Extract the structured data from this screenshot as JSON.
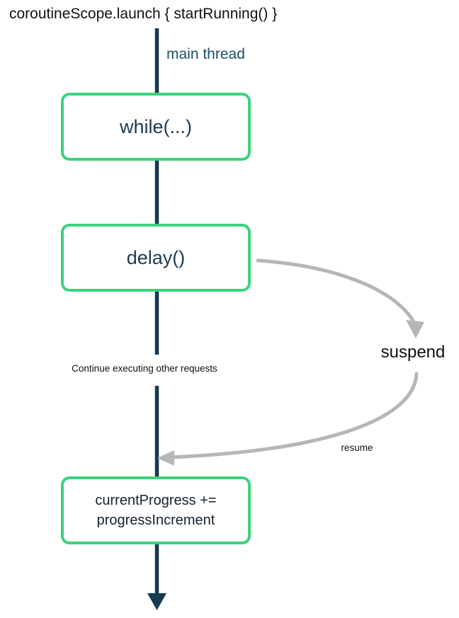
{
  "diagram": {
    "title": "coroutineScope.launch { startRunning() }",
    "thread_label": "main thread",
    "continue_label": "Continue executing other requests",
    "suspend_label": "suspend",
    "resume_label": "resume",
    "nodes": [
      {
        "id": "while",
        "label": "while(...)"
      },
      {
        "id": "delay",
        "label": "delay()"
      },
      {
        "id": "progress",
        "label": "currentProgress +=\nprogressIncrement"
      }
    ],
    "colors": {
      "node_border": "#3bd37d",
      "node_fill": "#ffffff",
      "lifeline": "#163a50",
      "curve_arrow": "#b6b6b6",
      "title_text": "#111111",
      "thread_text": "#1d4e68",
      "node_text": "#1d3b52"
    }
  }
}
